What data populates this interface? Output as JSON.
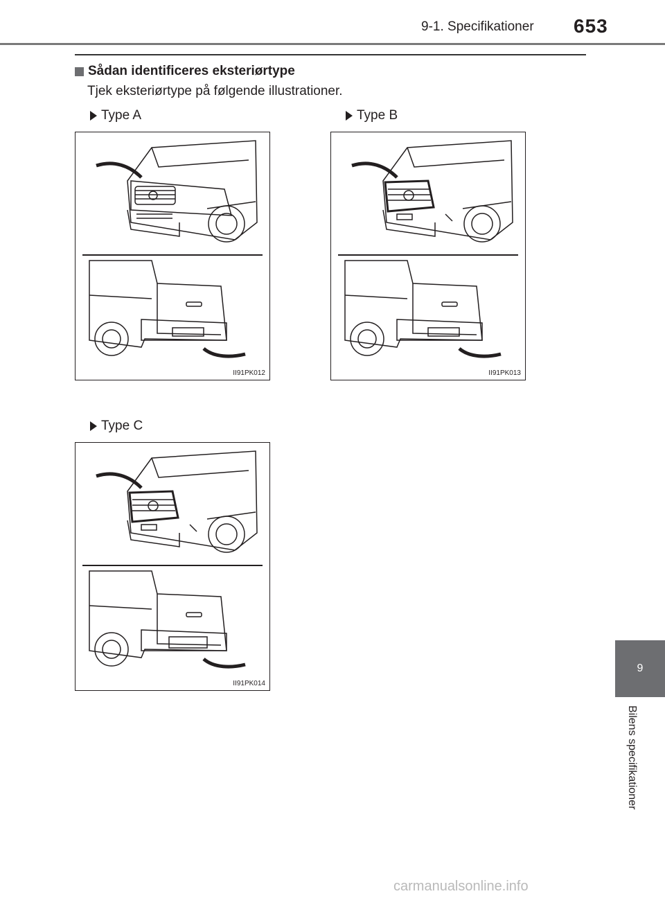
{
  "header": {
    "section": "9-1. Specifikationer",
    "page_number": "653"
  },
  "heading": "Sådan identificeres eksteriørtype",
  "intro": "Tjek eksteriørtype på følgende illustrationer.",
  "figures": [
    {
      "label": "Type A",
      "code": "II91PK012"
    },
    {
      "label": "Type B",
      "code": "II91PK013"
    },
    {
      "label": "Type C",
      "code": "II91PK014"
    }
  ],
  "side_tab": {
    "number": "9",
    "title": "Bilens specifikationer"
  },
  "watermark": "carmanualsonline.info"
}
